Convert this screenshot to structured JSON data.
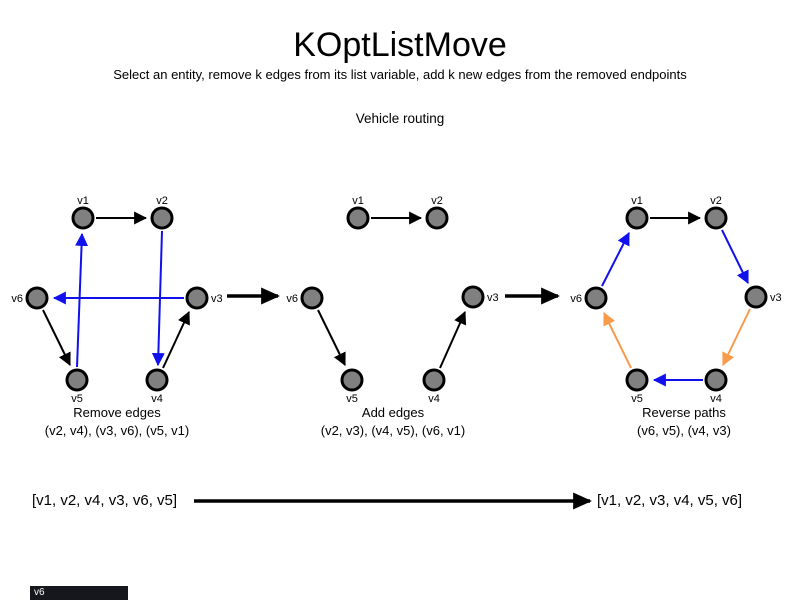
{
  "title": "KOptListMove",
  "subtitle": "Select an entity, remove k edges from its list variable, add k new edges from the removed endpoints",
  "example_label": "Vehicle routing",
  "colors": {
    "edge_default": "#000000",
    "edge_highlight_blue": "#1111ee",
    "edge_highlight_orange": "#f89b4b",
    "node_fill": "#808080",
    "node_border": "#000000",
    "status_badge_bg": "#16161d"
  },
  "graphs": [
    {
      "caption_title": "Remove edges",
      "caption_detail": "(v2, v4), (v3, v6), (v5, v1)",
      "nodes": {
        "v1": "v1",
        "v2": "v2",
        "v3": "v3",
        "v4": "v4",
        "v5": "v5",
        "v6": "v6"
      },
      "edges": [
        {
          "from": "v1",
          "to": "v2",
          "style": "default"
        },
        {
          "from": "v2",
          "to": "v4",
          "style": "removed-blue"
        },
        {
          "from": "v3",
          "to": "v6",
          "style": "removed-blue"
        },
        {
          "from": "v5",
          "to": "v1",
          "style": "removed-blue"
        },
        {
          "from": "v6",
          "to": "v5",
          "style": "default"
        },
        {
          "from": "v4",
          "to": "v3",
          "style": "default"
        }
      ]
    },
    {
      "caption_title": "Add edges",
      "caption_detail": "(v2, v3), (v4, v5), (v6, v1)",
      "nodes": {
        "v1": "v1",
        "v2": "v2",
        "v3": "v3",
        "v4": "v4",
        "v5": "v5",
        "v6": "v6"
      },
      "edges": [
        {
          "from": "v1",
          "to": "v2",
          "style": "default"
        },
        {
          "from": "v6",
          "to": "v5",
          "style": "default"
        },
        {
          "from": "v4",
          "to": "v3",
          "style": "default"
        }
      ]
    },
    {
      "caption_title": "Reverse paths",
      "caption_detail": "(v6, v5), (v4, v3)",
      "nodes": {
        "v1": "v1",
        "v2": "v2",
        "v3": "v3",
        "v4": "v4",
        "v5": "v5",
        "v6": "v6"
      },
      "edges": [
        {
          "from": "v1",
          "to": "v2",
          "style": "default"
        },
        {
          "from": "v2",
          "to": "v3",
          "style": "new-blue"
        },
        {
          "from": "v3",
          "to": "v4",
          "style": "reversed-orange"
        },
        {
          "from": "v4",
          "to": "v5",
          "style": "new-blue"
        },
        {
          "from": "v5",
          "to": "v6",
          "style": "reversed-orange"
        },
        {
          "from": "v6",
          "to": "v1",
          "style": "new-blue"
        }
      ]
    }
  ],
  "list_before": "[v1, v2, v4, v3, v6, v5]",
  "list_after": "[v1, v2, v3, v4, v5, v6]",
  "status_badge": "v6"
}
